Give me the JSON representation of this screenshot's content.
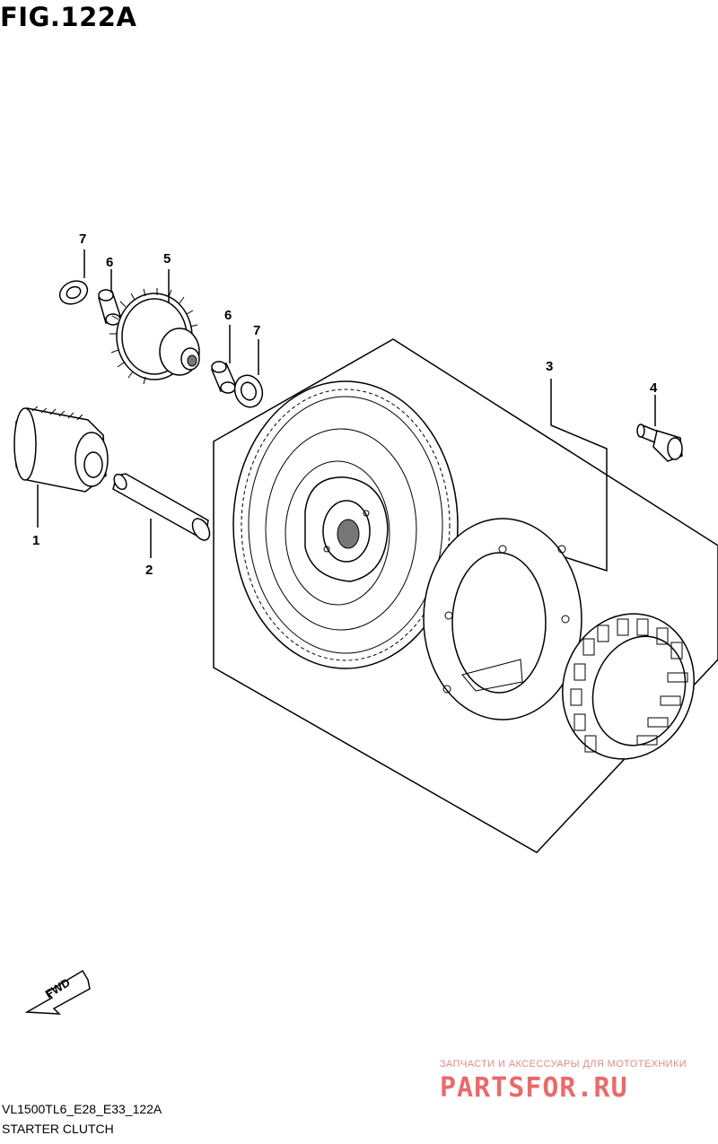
{
  "figure": {
    "title": "FIG.122A",
    "model_code": "VL1500TL6_E28_E33_122A",
    "subtitle": "STARTER CLUTCH"
  },
  "callouts": [
    {
      "id": "c1",
      "label": "1"
    },
    {
      "id": "c2",
      "label": "2"
    },
    {
      "id": "c3",
      "label": "3"
    },
    {
      "id": "c4",
      "label": "4"
    },
    {
      "id": "c5",
      "label": "5"
    },
    {
      "id": "c6a",
      "label": "6"
    },
    {
      "id": "c6b",
      "label": "6"
    },
    {
      "id": "c7a",
      "label": "7"
    },
    {
      "id": "c7b",
      "label": "7"
    }
  ],
  "direction_marker": {
    "label": "FWD"
  },
  "watermark": {
    "tagline": "ЗАПЧАСТИ И АКСЕССУАРЫ ДЛЯ МОТОТЕХНИКИ",
    "brand": "PARTSFOR.RU"
  }
}
